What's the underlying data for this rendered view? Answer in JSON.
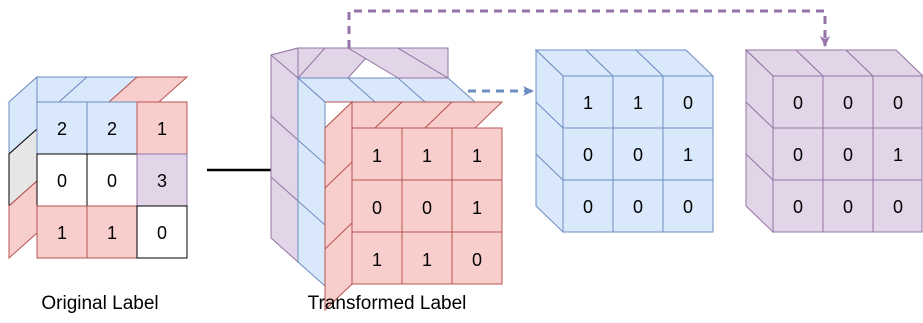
{
  "original_label": {
    "caption": "Original Label",
    "grid": [
      [
        "2",
        "2",
        "1"
      ],
      [
        "0",
        "0",
        "3"
      ],
      [
        "1",
        "1",
        "0"
      ]
    ]
  },
  "transformed_label": {
    "caption": "Transformed Label",
    "front_grid": [
      [
        "1",
        "1",
        "1"
      ],
      [
        "0",
        "0",
        "1"
      ],
      [
        "1",
        "1",
        "0"
      ]
    ]
  },
  "channel_blue": {
    "grid": [
      [
        "1",
        "1",
        "0"
      ],
      [
        "0",
        "0",
        "1"
      ],
      [
        "0",
        "0",
        "0"
      ]
    ]
  },
  "channel_purple": {
    "grid": [
      [
        "0",
        "0",
        "0"
      ],
      [
        "0",
        "0",
        "1"
      ],
      [
        "0",
        "0",
        "0"
      ]
    ]
  },
  "colors": {
    "blue_fill": "#dae8fc",
    "blue_stroke": "#6c8ebf",
    "red_fill": "#f8cecc",
    "red_stroke": "#b85450",
    "purple_fill": "#e1d5e7",
    "purple_stroke": "#9673a6",
    "white_fill": "#ffffff",
    "black_stroke": "#000000",
    "gray_fill": "#e6e6e6"
  }
}
